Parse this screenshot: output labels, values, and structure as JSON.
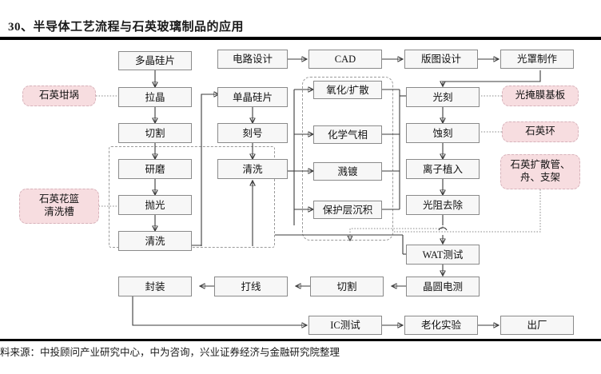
{
  "title": "30、半导体工艺流程与石英玻璃制品的应用",
  "footnote": "料来源：中投顾问产业研究中心，中为咨询，兴业证券经济与金融研究院整理",
  "colors": {
    "node_fill": "#f7f7f7",
    "node_border": "#8a8a8a",
    "highlight_fill": "#f7dde0",
    "highlight_border": "#d7b3bb",
    "wire": "#3b3b3b",
    "rule": "#000000"
  },
  "flow": {
    "columns": {
      "wafer_line": [
        {
          "id": "polysilicon",
          "label": "多晶硅片"
        },
        {
          "id": "crystal-pulling",
          "label": "拉晶"
        },
        {
          "id": "slicing",
          "label": "切割"
        },
        {
          "id": "grinding",
          "label": "研磨"
        },
        {
          "id": "polishing",
          "label": "抛光"
        },
        {
          "id": "cleaning-1",
          "label": "清洗"
        }
      ],
      "wafer_prep": [
        {
          "id": "monocrystal-wafer",
          "label": "单晶硅片"
        },
        {
          "id": "marking",
          "label": "刻号"
        },
        {
          "id": "cleaning-2",
          "label": "清洗"
        }
      ],
      "design_line": [
        {
          "id": "circuit-design",
          "label": "电路设计"
        },
        {
          "id": "cad",
          "label": "CAD"
        },
        {
          "id": "layout-design",
          "label": "版图设计"
        },
        {
          "id": "mask-making",
          "label": "光罩制作"
        }
      ],
      "deposition_group": [
        {
          "id": "oxidation-diffusion",
          "label": "氧化/扩散"
        },
        {
          "id": "cvd",
          "label": "化学气相"
        },
        {
          "id": "sputtering",
          "label": "溅镀"
        },
        {
          "id": "passivation",
          "label": "保护层沉积"
        }
      ],
      "patterning": [
        {
          "id": "photolithography",
          "label": "光刻"
        },
        {
          "id": "etching",
          "label": "蚀刻"
        },
        {
          "id": "ion-implantation",
          "label": "离子植入"
        },
        {
          "id": "resist-strip",
          "label": "光阻去除"
        }
      ],
      "test_assembly": [
        {
          "id": "wat-test",
          "label": "WAT测试"
        },
        {
          "id": "wafer-probe",
          "label": "晶圆电测"
        },
        {
          "id": "dicing",
          "label": "切割"
        },
        {
          "id": "wire-bonding",
          "label": "打线"
        },
        {
          "id": "packaging",
          "label": "封装"
        }
      ],
      "final": [
        {
          "id": "ic-test",
          "label": "IC测试"
        },
        {
          "id": "burn-in",
          "label": "老化实验"
        },
        {
          "id": "shipment",
          "label": "出厂"
        }
      ]
    },
    "quartz_products": [
      {
        "id": "quartz-crucible",
        "label": "石英坩埚"
      },
      {
        "id": "quartz-carrier-tank",
        "label": "石英花篮\n清洗槽"
      },
      {
        "id": "photomask-substrate",
        "label": "光掩膜基板"
      },
      {
        "id": "quartz-ring",
        "label": "石英环"
      },
      {
        "id": "quartz-diffusion-tube",
        "label": "石英扩散管、\n舟、支架"
      }
    ]
  }
}
